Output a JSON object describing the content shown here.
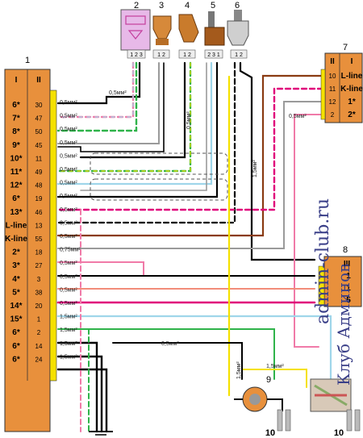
{
  "component_numbers": {
    "n1": "1",
    "n2": "2",
    "n3": "3",
    "n4": "4",
    "n5": "5",
    "n6": "6",
    "n7": "7",
    "n8": "8",
    "n9": "9",
    "n10a": "10",
    "n10b": "10"
  },
  "block1": {
    "header_col1": "I",
    "header_col2": "II",
    "rows": [
      {
        "label": "6*",
        "pin": "30",
        "wire": "0,5мм²"
      },
      {
        "label": "7*",
        "pin": "47",
        "wire": "0,5мм²"
      },
      {
        "label": "8*",
        "pin": "50",
        "wire": "0,5мм²"
      },
      {
        "label": "9*",
        "pin": "45",
        "wire": "0,5мм²"
      },
      {
        "label": "10*",
        "pin": "11",
        "wire": "0,5мм²"
      },
      {
        "label": "11*",
        "pin": "49",
        "wire": "0,5мм²"
      },
      {
        "label": "12*",
        "pin": "48",
        "wire": "0,5мм²"
      },
      {
        "label": "6*",
        "pin": "19",
        "wire": "0,5мм²"
      },
      {
        "label": "13*",
        "pin": "46",
        "wire": "0,5мм²"
      },
      {
        "label": "L-line",
        "pin": "13",
        "wire": "0,5мм²"
      },
      {
        "label": "K-line",
        "pin": "55",
        "wire": "0,5мм²"
      },
      {
        "label": "2*",
        "pin": "18",
        "wire": "0,75мм²"
      },
      {
        "label": "3*",
        "pin": "27",
        "wire": "0,5мм²"
      },
      {
        "label": "4*",
        "pin": "3",
        "wire": "0,5мм²"
      },
      {
        "label": "5*",
        "pin": "38",
        "wire": "0,5мм²"
      },
      {
        "label": "14*",
        "pin": "20",
        "wire": "0,5мм²"
      },
      {
        "label": "15*",
        "pin": "1",
        "wire": "1,5мм²"
      },
      {
        "label": "6*",
        "pin": "2",
        "wire": "1,5мм²"
      },
      {
        "label": "6*",
        "pin": "14",
        "wire": "1,5мм²"
      },
      {
        "label": "6*",
        "pin": "24",
        "wire": "1,5мм²"
      }
    ]
  },
  "block7": {
    "header_col1": "II",
    "header_col2": "I",
    "rows": [
      {
        "pin": "10",
        "label": "L-line"
      },
      {
        "pin": "11",
        "label": "K-line"
      },
      {
        "pin": "12",
        "label": "1*"
      },
      {
        "pin": "2",
        "label": "2*"
      }
    ]
  },
  "block8": {
    "header": "III",
    "rows": [
      "1",
      "1",
      "5"
    ]
  },
  "sensor_pins": {
    "s2": "1 2 3",
    "s3": "1 2",
    "s4": "1 2",
    "s5": "2 3 1",
    "s6": "1 2"
  },
  "wire_labels": {
    "top_05": "0,5мм²",
    "vert_05": "0,5мм²",
    "vert_15": "1,5мм²",
    "k7_05": "0,5мм²",
    "mid_05": "0,5мм²",
    "low_15": "1,5мм²",
    "low_15b": "1,5мм²"
  },
  "watermark": {
    "line1": "admin-club.ru",
    "line2": "Клуб Админов"
  },
  "colors": {
    "orange": "#e8903c",
    "yellow": "#f5e100",
    "green": "#2fb34a",
    "lightblue": "#9fd6ea",
    "pink": "#f07aa8",
    "magenta": "#e0007a",
    "brown": "#8a3b12",
    "gray": "#9a9a9a",
    "black": "#000000"
  }
}
